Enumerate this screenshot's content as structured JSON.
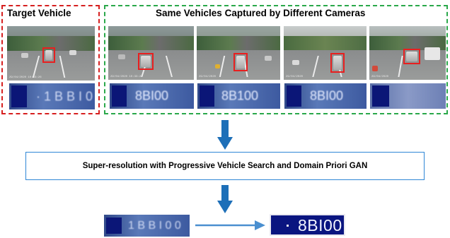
{
  "target": {
    "title": "Target Vehicle",
    "plate_text": "· 1 B B I 0 0"
  },
  "same": {
    "title": "Same Vehicles Captured by Different Cameras",
    "plates": [
      "8BI00",
      "8B100",
      "8BI00",
      ""
    ]
  },
  "process": {
    "label": "Super-resolution with Progressive Vehicle Search and Domain Priori GAN"
  },
  "result": {
    "input_plate_text": "1 B B I 0 0",
    "output_plate_text": "8BI00"
  },
  "colors": {
    "red": "#d61f1f",
    "green": "#2aa84a",
    "arrow": "#1d6fb8",
    "plate_hr": "#0a1580"
  },
  "icons": [
    "arrow-down-icon",
    "arrow-right-icon"
  ]
}
